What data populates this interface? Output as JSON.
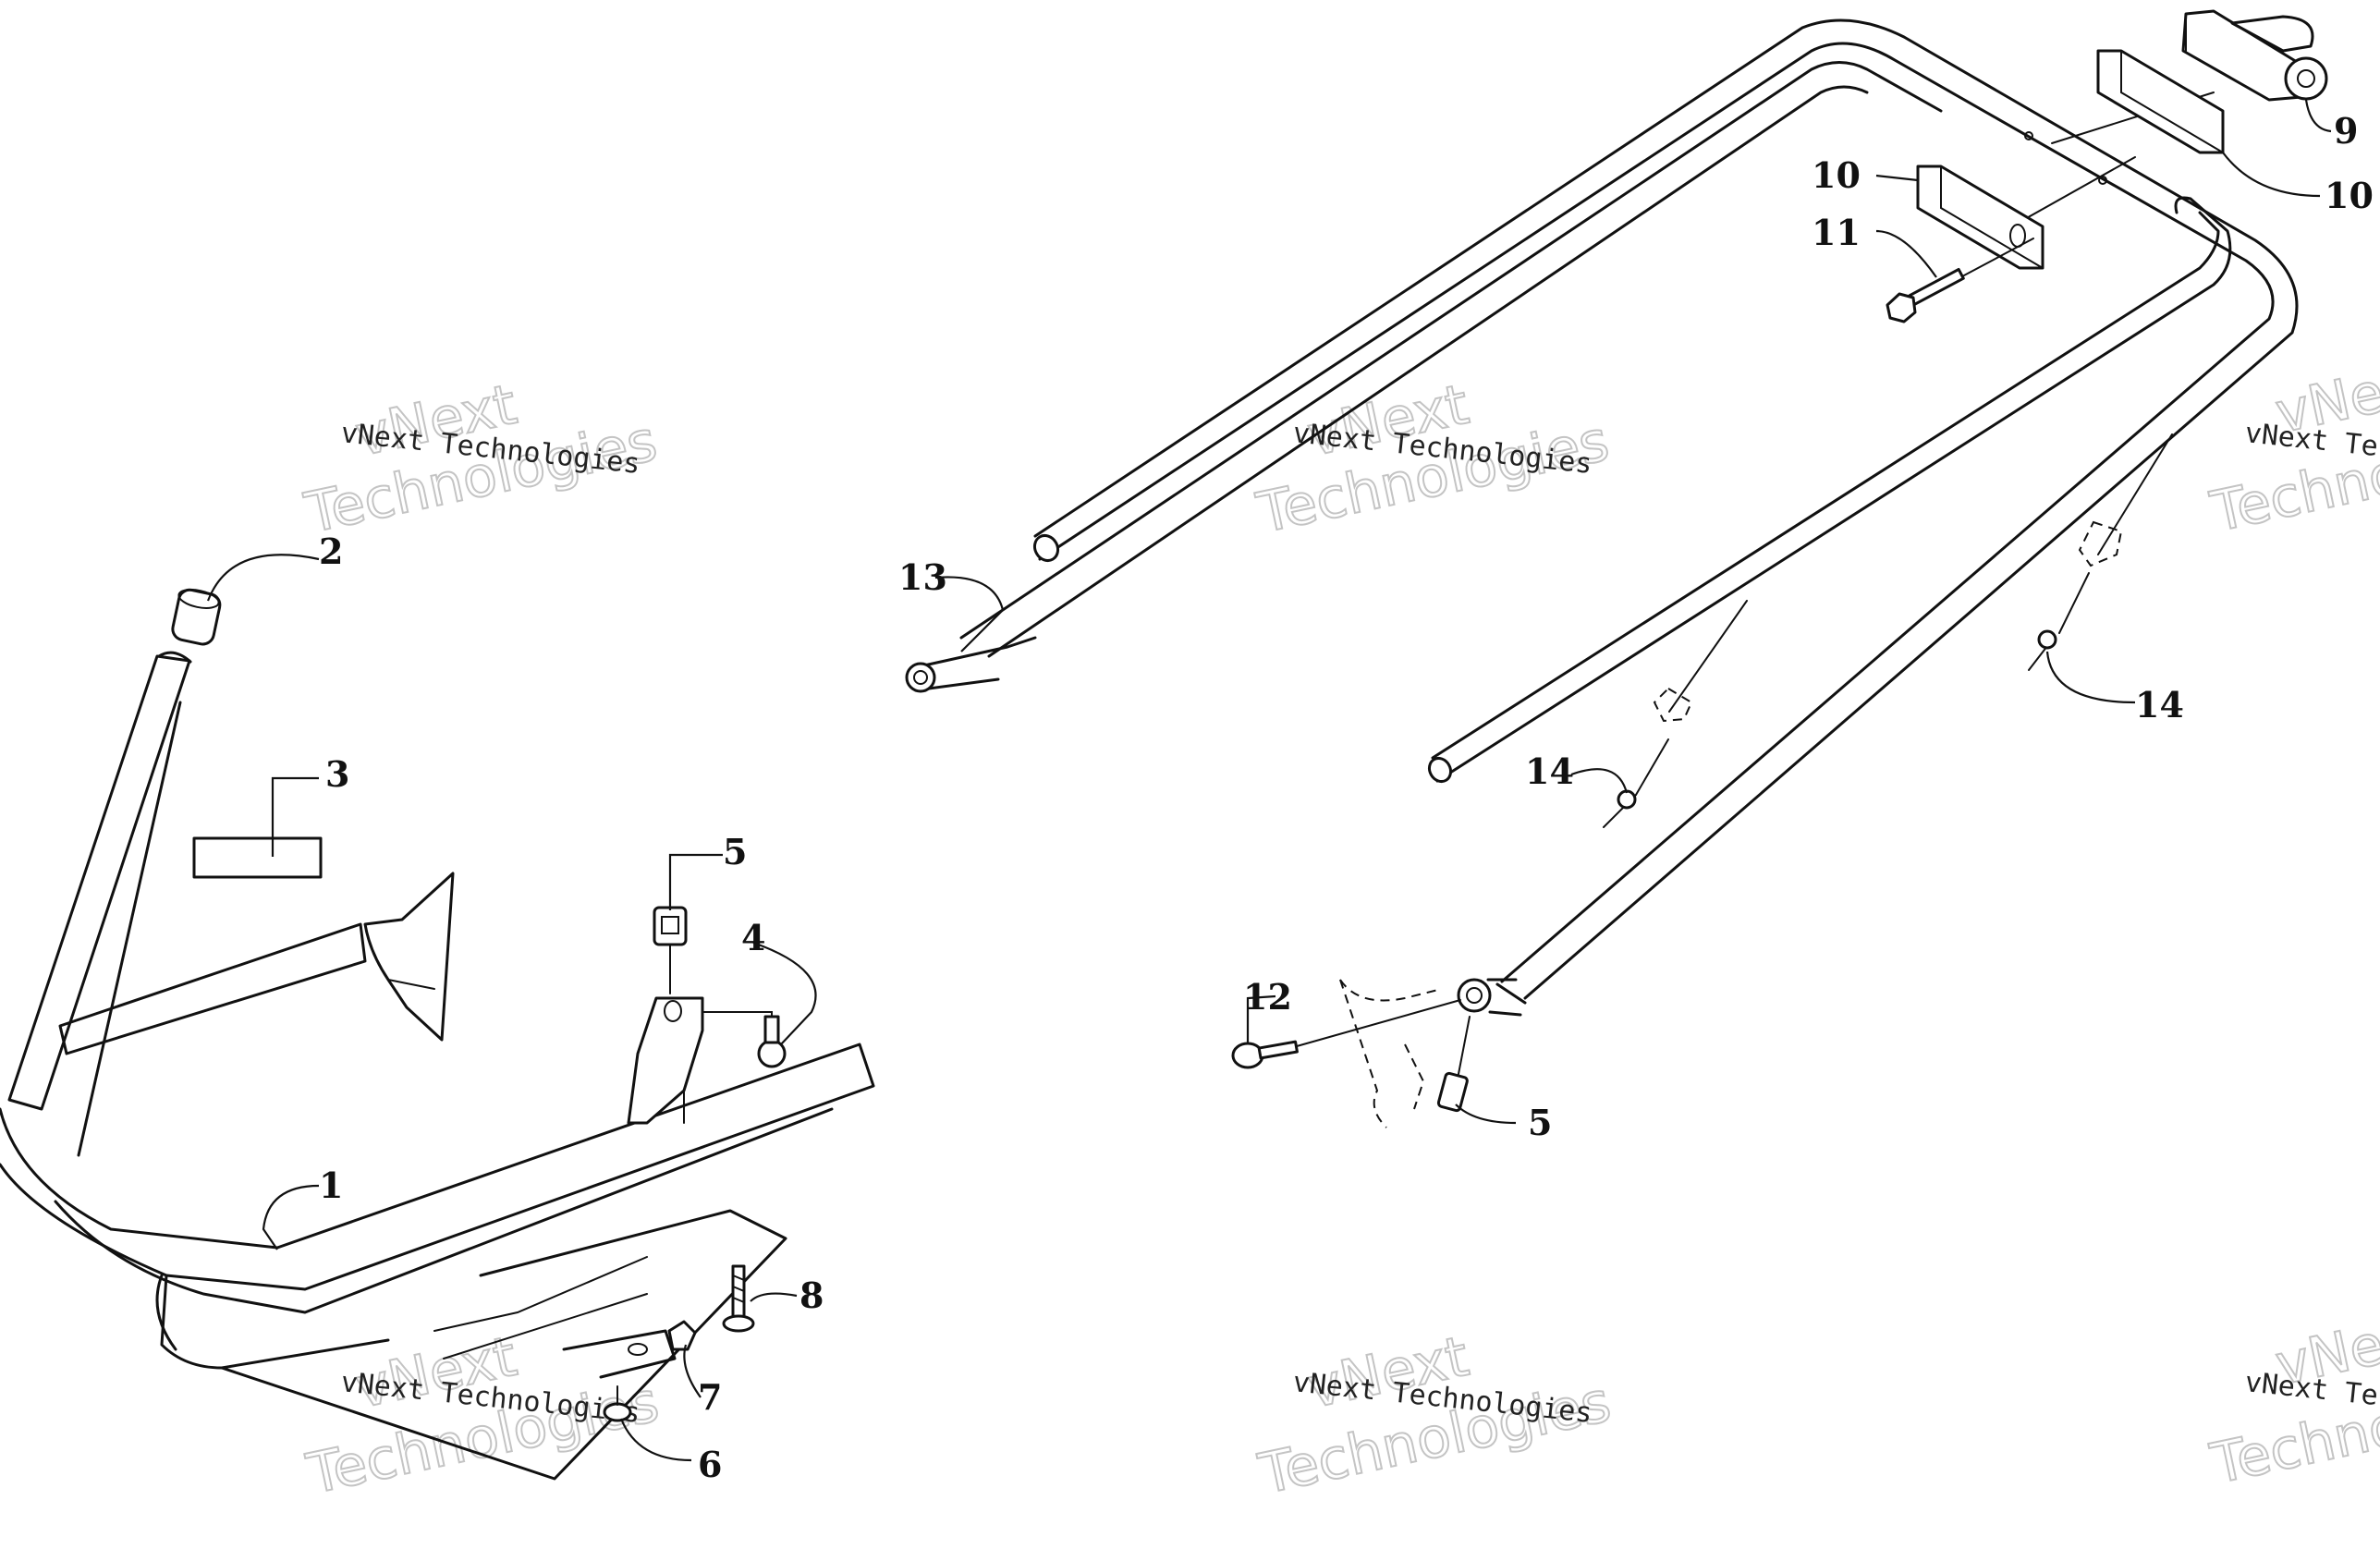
{
  "callouts": {
    "c1": "1",
    "c2": "2",
    "c3": "3",
    "c4": "4",
    "c5a": "5",
    "c5b": "5",
    "c6": "6",
    "c7": "7",
    "c8": "8",
    "c9": "9",
    "c10a": "10",
    "c10b": "10",
    "c11": "11",
    "c12": "12",
    "c13": "13",
    "c14a": "14",
    "c14b": "14"
  },
  "watermark": {
    "brand": "vNext",
    "word": "Technologies",
    "caption": "vNext Technologies"
  }
}
